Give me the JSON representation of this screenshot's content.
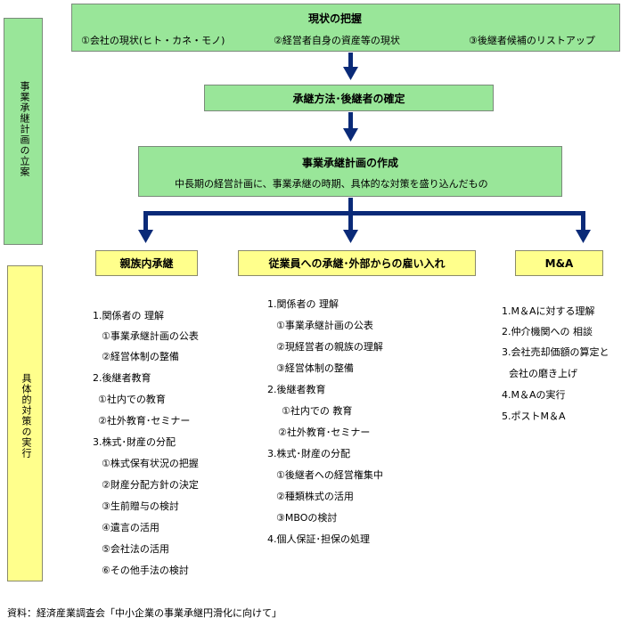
{
  "side_labels": {
    "planning": "事業承継計画の立案",
    "execution": "具体的対策の実行"
  },
  "current_state": {
    "title": "現状の把握",
    "item1": "①会社の現状(ヒト・カネ・モノ)",
    "item2": "②経営者自身の資産等の現状",
    "item3": "③後継者候補のリストアップ"
  },
  "method": {
    "title": "承継方法･後継者の確定"
  },
  "plan": {
    "title": "事業承継計画の作成",
    "subtitle": "中長期の経営計画に、事業承継の時期、具体的な対策を盛り込んだもの"
  },
  "branches": {
    "family": "親族内承継",
    "employee": "従業員への承継･外部からの雇い入れ",
    "ma": "M&A"
  },
  "family_list": [
    "1.関係者の 理解",
    "①事業承継計画の公表",
    "②経営体制の整備",
    "2.後継者教育",
    "①社内での教育",
    "②社外教育･セミナー",
    "3.株式･財産の分配",
    "①株式保有状況の把握",
    "②財産分配方針の決定",
    "③生前贈与の検討",
    "④遺言の活用",
    "⑤会社法の活用",
    "⑥その他手法の検討"
  ],
  "employee_list": [
    "1.関係者の 理解",
    "①事業承継計画の公表",
    "②現経営者の親族の理解",
    "③経営体制の整備",
    "2.後継者教育",
    "①社内での 教育",
    "②社外教育･セミナー",
    "3.株式･財産の分配",
    "①後継者への経営権集中",
    "②種類株式の活用",
    "③MBOの検討",
    "4.個人保証･担保の処理"
  ],
  "ma_list": [
    "1.M＆Aに対する理解",
    "2.仲介機関への 相談",
    "3.会社売却価額の算定と",
    "会社の磨き上げ",
    "4.M＆Aの実行",
    "5.ポストM＆A"
  ],
  "source": "資料：経済産業調査会「中小企業の事業承継円滑化に向けて」",
  "colors": {
    "green": "#99e699",
    "yellow": "#ffff8c",
    "arrow": "#0a2a78"
  }
}
